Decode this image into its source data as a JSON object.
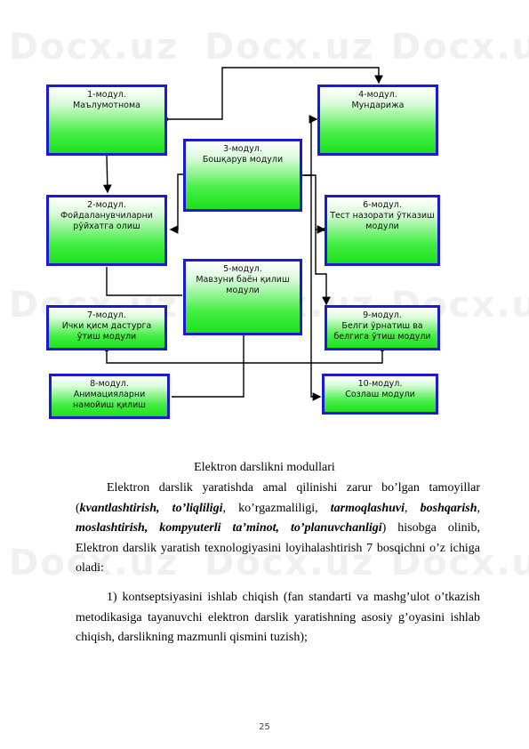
{
  "watermark": "Docx.uz",
  "modules": {
    "m1": {
      "line1": "1-модул.",
      "line2": "Маълумотнома",
      "line3": ""
    },
    "m2": {
      "line1": "2-модул.",
      "line2": "Фойдаланувчиларни",
      "line3": "рўйхатга олиш"
    },
    "m3": {
      "line1": "3-модул.",
      "line2": "Бошқарув модули",
      "line3": ""
    },
    "m4": {
      "line1": "4-модул.",
      "line2": "Мундарижа",
      "line3": ""
    },
    "m5": {
      "line1": "5-модул.",
      "line2": "Мавзуни баён қилиш",
      "line3": "модули"
    },
    "m6": {
      "line1": "6-модул.",
      "line2": "Тест назорати ўтказиш",
      "line3": "модули"
    },
    "m7": {
      "line1": "7-модул.",
      "line2": "Ички қисм дастурга",
      "line3": "ўтиш модули"
    },
    "m8": {
      "line1": "8-модул.",
      "line2": "Анимацияларни",
      "line3": "намойиш қилиш"
    },
    "m9": {
      "line1": "9-модул.",
      "line2": "Белги ўрнатиш ва",
      "line3": "белгига ўтиш модули"
    },
    "m10": {
      "line1": "10-модул.",
      "line2": "Созлаш модули",
      "line3": ""
    }
  },
  "caption": "Elektron darslikni modullari",
  "paragraph1": {
    "pre": "Elektron darslik yaratishda amal qilinishi zarur bo’lgan tamoyillar (",
    "t1": "kvantlashtirish, to’liqliligi",
    "s1": ", ko’rgazmaliligi, ",
    "t2": "tarmoqlashuvi",
    "s2": ", ",
    "t3": "boshqarish",
    "s3": ", ",
    "t4": "moslashtirish, kompyuterli ta’minot, to’planuvchanligi",
    "post": ") hisobga olinib, Elektron darslik yaratish texnologiyasini loyihalashtirish 7 bosqichni o’z ichiga oladi:"
  },
  "paragraph2": "1) kontseptsiyasini ishlab chiqish (fan standarti va mashg’ulot o’tkazish metodikasiga tayanuvchi elektron darslik yaratishning asosiy g’oyasini ishlab chiqish, darslikning mazmunli qismini tuzish);",
  "page_number": "25"
}
